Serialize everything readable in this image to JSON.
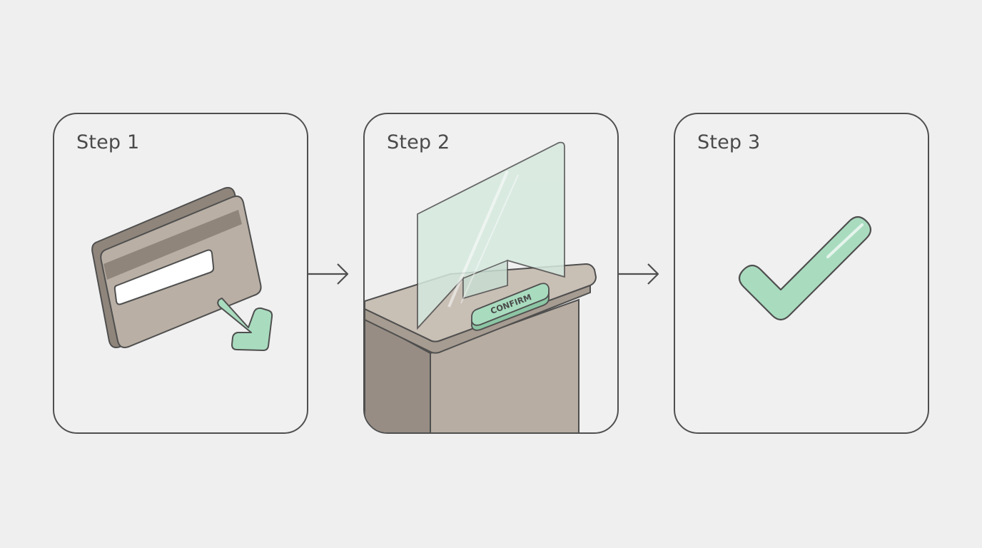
{
  "steps": [
    {
      "title": "Step 1",
      "icon": "card-insert-icon"
    },
    {
      "title": "Step 2",
      "icon": "kiosk-confirm-icon",
      "button_label": "CONFIRM"
    },
    {
      "title": "Step 3",
      "icon": "checkmark-icon"
    }
  ],
  "colors": {
    "background": "#efefef",
    "outline": "#4f4f4f",
    "card": "#b8aea3",
    "accent_green": "#a9dcbf",
    "glass": "#d6e9df"
  }
}
